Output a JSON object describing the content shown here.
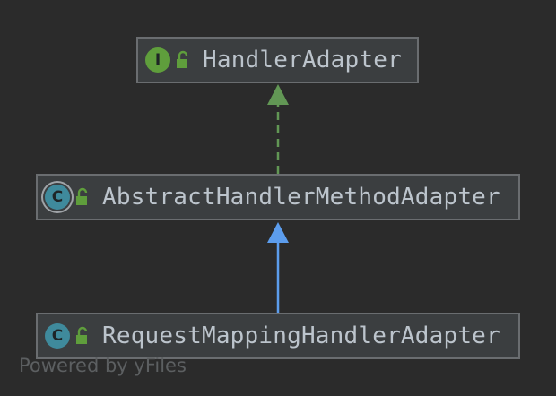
{
  "diagram": {
    "nodes": [
      {
        "id": "handler-adapter",
        "label": "HandlerAdapter",
        "kind": "interface",
        "kind_letter": "I",
        "kind_color": "#5f9e3c"
      },
      {
        "id": "abstract-handler-method-adapter",
        "label": "AbstractHandlerMethodAdapter",
        "kind": "abstract-class",
        "kind_letter": "C",
        "kind_color": "#3f8a9c"
      },
      {
        "id": "request-mapping-handler-adapter",
        "label": "RequestMappingHandlerAdapter",
        "kind": "class",
        "kind_letter": "C",
        "kind_color": "#3f8a9c"
      }
    ],
    "edges": [
      {
        "from": "abstract-handler-method-adapter",
        "to": "handler-adapter",
        "type": "implements",
        "color": "#629755"
      },
      {
        "from": "request-mapping-handler-adapter",
        "to": "abstract-handler-method-adapter",
        "type": "extends",
        "color": "#5c9ded"
      }
    ],
    "access_icon": "unlocked-padlock-icon",
    "access_color": "#5f9e3c"
  },
  "watermark": "Powered by yFiles"
}
